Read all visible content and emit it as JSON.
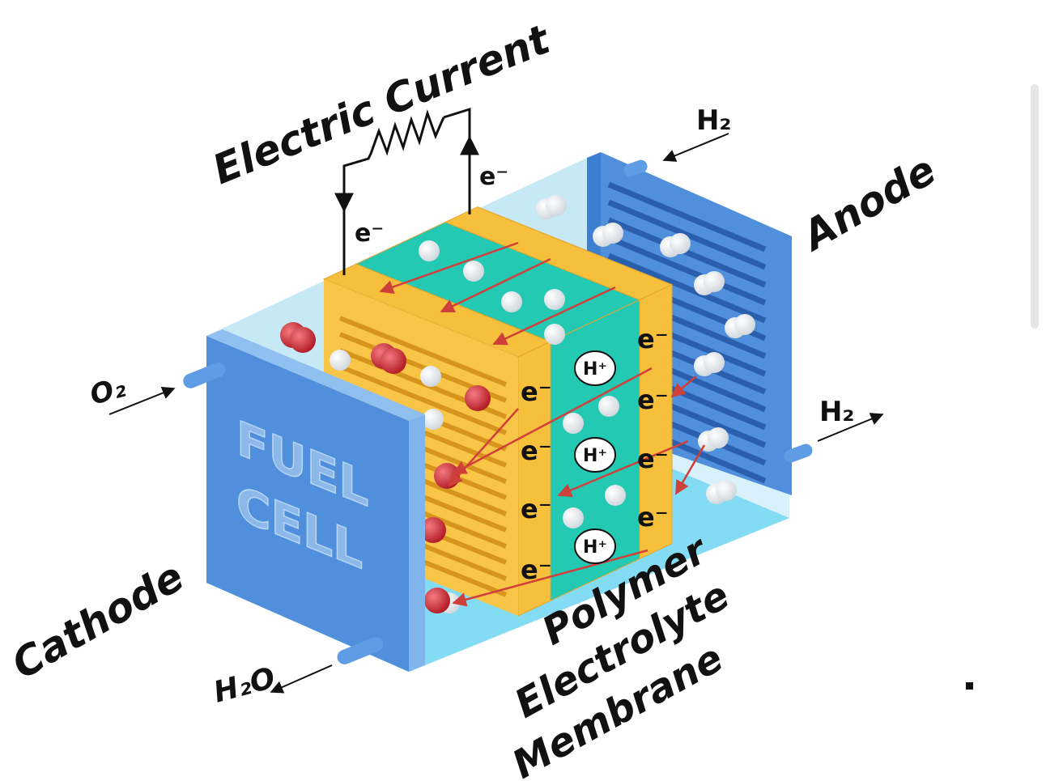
{
  "title": "Electric Current",
  "circuit": {
    "electron_left": "e⁻",
    "electron_right": "e⁻"
  },
  "inlets": {
    "h2_in": "H₂",
    "h2_out": "H₂",
    "o2_in": "O₂",
    "h2o_out": "H₂O"
  },
  "labels": {
    "anode": "Anode",
    "cathode": "Cathode",
    "membrane": [
      "Polymer",
      "Electrolyte",
      "Membrane"
    ],
    "panel_text": [
      "FUEL",
      "CELL"
    ]
  },
  "protons": [
    "H⁺",
    "H⁺",
    "H⁺"
  ],
  "electrons_cathode_side": [
    "e⁻",
    "e⁻",
    "e⁻",
    "e⁻"
  ],
  "electrons_anode_side": [
    "e⁻",
    "e⁻",
    "e⁻",
    "e⁻"
  ],
  "colors": {
    "panel_blue": "#4f8fdc",
    "catalyst_yellow": "#f6bf3c",
    "membrane_teal": "#24c9b4",
    "box_light": "#c7e9f6",
    "floor_cyan": "#2ccaf0",
    "oxygen_red": "#c8232f",
    "arrow_red": "#d0403a"
  }
}
